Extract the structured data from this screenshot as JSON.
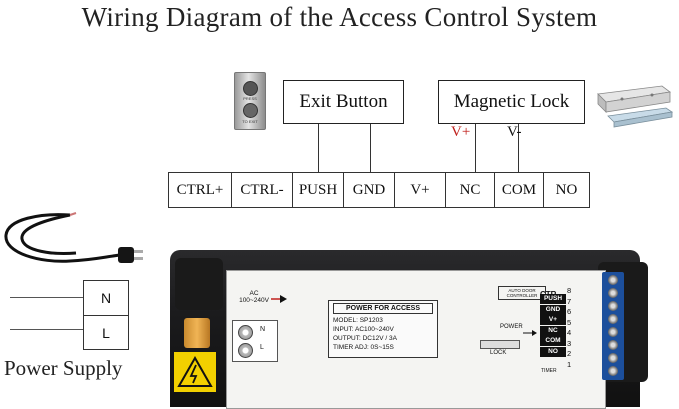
{
  "title": "Wiring Diagram of the Access Control System",
  "exit_button": {
    "label": "Exit Button",
    "device_text_top": "PRESS",
    "device_text_bottom": "TO EXIT"
  },
  "magnetic_lock": {
    "label": "Magnetic Lock",
    "v_plus": "V+",
    "v_minus": "V-"
  },
  "terminals": [
    "CTRL+",
    "CTRL-",
    "PUSH",
    "GND",
    "V+",
    "NC",
    "COM",
    "NO"
  ],
  "power_supply": {
    "label": "Power Supply",
    "n": "N",
    "l": "L"
  },
  "device": {
    "ac_label": "AC\n100~240V",
    "header": "POWER FOR ACCESS",
    "model": "MODEL: SP1203",
    "input": "INPUT: AC100~240V",
    "output": "OUTPUT: DC12V / 3A",
    "timer": "TIMER ADJ: 0S~15S",
    "ln_n": "N",
    "ln_l": "L",
    "auto_door": "AUTO DOOR CONTROLLER",
    "ctr": "CTR",
    "power": "POWER",
    "lock": "LOCK",
    "timer_small": "TIMER",
    "signals": [
      "PUSH",
      "GND",
      "V+",
      "NC",
      "COM",
      "NO"
    ],
    "numbers": [
      "8",
      "7",
      "6",
      "5",
      "4",
      "3",
      "2",
      "1"
    ]
  },
  "colors": {
    "v_plus": "#c0201c",
    "terminal_block": "#1c4f9c",
    "warning": "#f2d000"
  }
}
